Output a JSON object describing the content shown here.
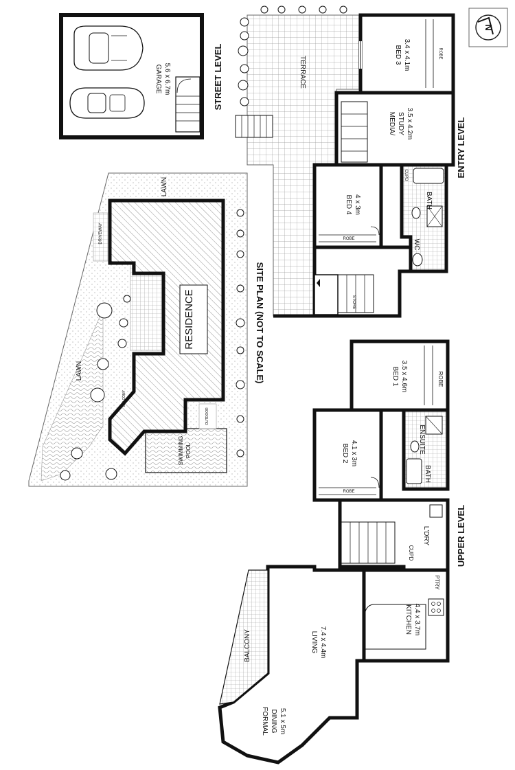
{
  "levels": {
    "street": "STREET LEVEL",
    "entry": "ENTRY LEVEL",
    "upper": "UPPER LEVEL",
    "site": "SITE PLAN (NOT TO SCALE)"
  },
  "garage": {
    "name": "GARAGE",
    "size": "5.6 x 6.7m"
  },
  "entry_rooms": {
    "terrace": "TERRACE",
    "bed3": {
      "name": "BED 3",
      "size": "3.4 x 4.1m"
    },
    "robe": "ROBE",
    "media": {
      "name1": "MEDIA/",
      "name2": "STUDY",
      "size": "3.5 x 4.2m"
    },
    "bath": "BATH",
    "cupd": "CUPD",
    "wc": "WC",
    "bed4": {
      "name": "BED 4",
      "size": "4 x 3m"
    },
    "robe_small": "ROBE",
    "store": "STORE"
  },
  "upper_rooms": {
    "bed1": {
      "name": "BED 1",
      "size": "3.5 x 4.6m"
    },
    "robe": "ROBE",
    "ensuite": "ENSUITE",
    "bath": "BATH",
    "bed2": {
      "name": "BED 2",
      "size": "4.1 x 3m"
    },
    "robe_small": "ROBE",
    "ldry": "L'DRY",
    "cupd": "CUPD",
    "ptry": "PTRY",
    "kitchen": {
      "name": "KITCHEN",
      "size": "4.4 x 3.7m"
    },
    "living": {
      "name": "LIVING",
      "size": "7.4 x 4.4m"
    },
    "balcony": "BALCONY",
    "dining": {
      "name1": "FORMAL",
      "name2": "DINING",
      "size": "5.1 x 5m"
    }
  },
  "site": {
    "residence": "RESIDENCE",
    "lawn_top": "LAWN",
    "lawn_left": "LAWN",
    "driveway": "DRIVEWAY",
    "pool1": "SWIMMING",
    "pool2": "POOL",
    "outdoor": "OUTDOOR",
    "balcony": "BALCONY"
  },
  "compass": {
    "label": "N"
  },
  "colors": {
    "wall": "#111111",
    "hatch": "#777777",
    "grid": "#9a9a9a"
  }
}
